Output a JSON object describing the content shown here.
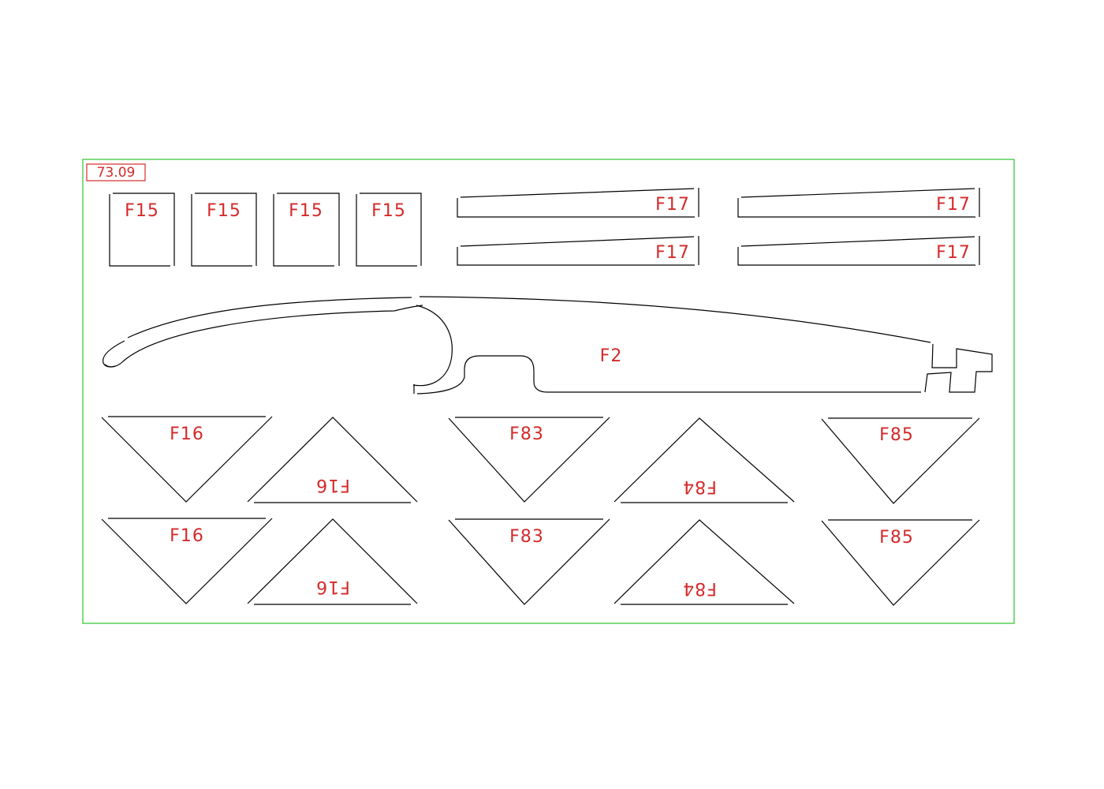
{
  "sheet": {
    "id": "73.09",
    "border_color": "#2cc52c",
    "label_color": "#d42a2a",
    "line_color": "#000000"
  },
  "labels": {
    "f15": "F15",
    "f17": "F17",
    "f2": "F2",
    "f16": "F16",
    "f83": "F83",
    "f84": "F84",
    "f85": "F85"
  }
}
